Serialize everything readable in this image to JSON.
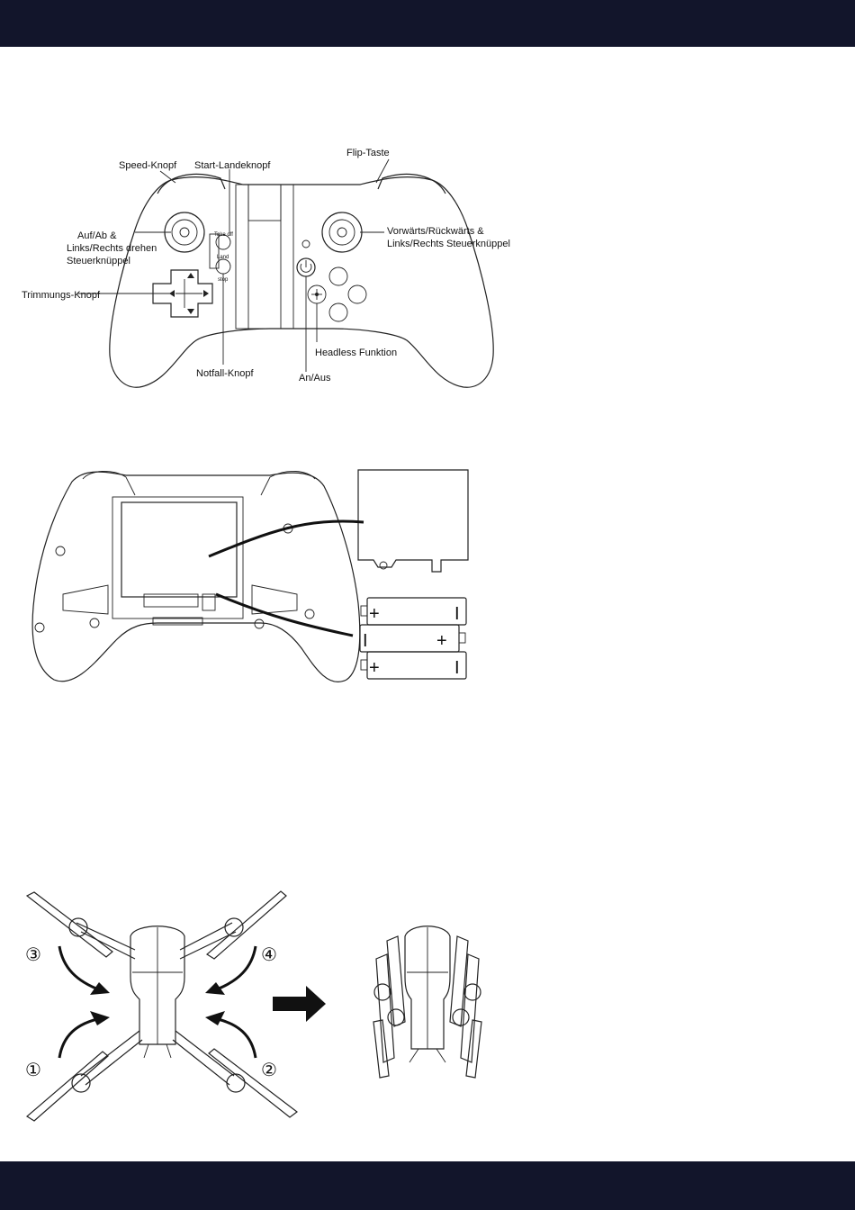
{
  "controller_diagram": {
    "labels": {
      "speed": "Speed-Knopf",
      "start_land": "Start-Landeknopf",
      "flip": "Flip-Taste",
      "left_stick_1": "Auf/Ab &",
      "left_stick_2": "Links/Rechts drehen",
      "left_stick_3": "Steuerknüppel",
      "right_stick_1": "Vorwärts/Rückwärts &",
      "right_stick_2": "Links/Rechts Steuerknüppel",
      "trim": "Trimmungs-Knopf",
      "headless": "Headless Funktion",
      "emergency": "Notfall-Knopf",
      "power": "An/Aus"
    },
    "button_text": {
      "takeoff": "Take off",
      "land": "Land",
      "stop": "stop"
    }
  },
  "battery_diagram": {
    "plus": "+",
    "minus": "I"
  },
  "drone_diagram": {
    "steps": [
      "③",
      "④",
      "①",
      "②"
    ]
  }
}
